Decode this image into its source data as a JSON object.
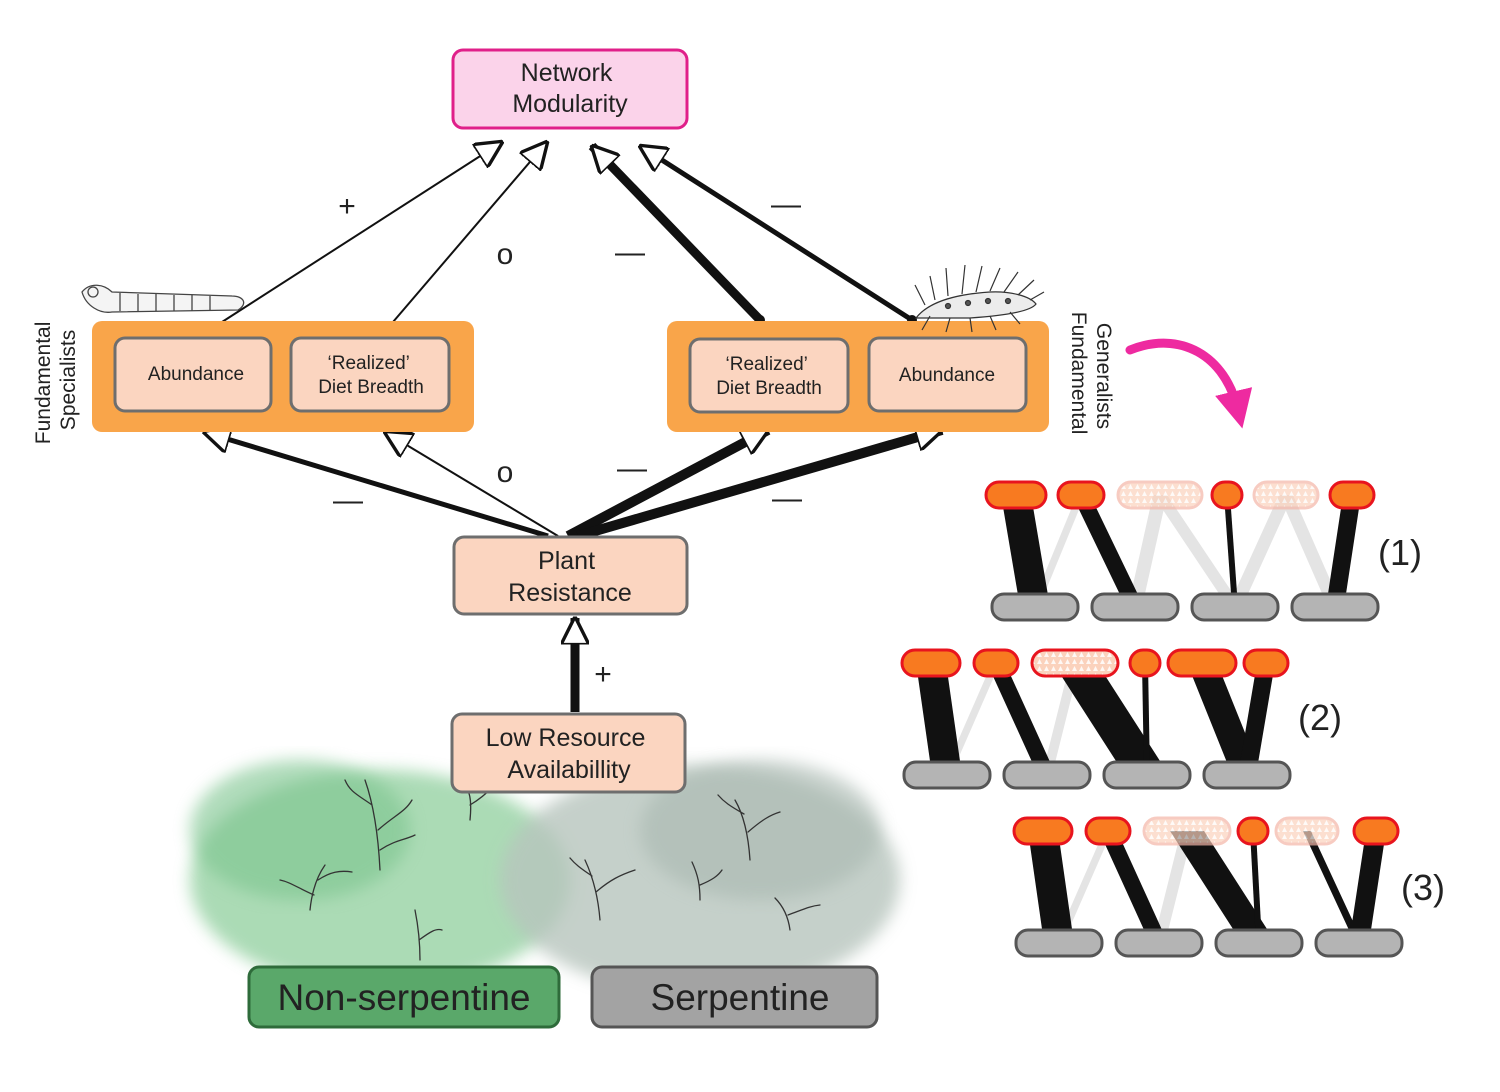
{
  "nodes": {
    "network_modularity": [
      "Network",
      "Modularity"
    ],
    "plant_resistance": [
      "Plant",
      "Resistance"
    ],
    "low_resource": [
      "Low Resource",
      "Availabillity"
    ]
  },
  "specialists": {
    "group_label": [
      "Fundamental",
      "Specialists"
    ],
    "abundance": [
      "Abundance"
    ],
    "diet_breadth": [
      "‘Realized’",
      "Diet Breadth"
    ]
  },
  "generalists": {
    "group_label": [
      "Fundamental",
      "Generalists"
    ],
    "diet_breadth": [
      "‘Realized’",
      "Diet Breadth"
    ],
    "abundance": [
      "Abundance"
    ]
  },
  "signs": {
    "spec_abund_to_mod": "+",
    "spec_diet_to_mod": "o",
    "gen_diet_to_mod": "—",
    "gen_abund_to_mod": "—",
    "res_to_spec_abund": "—",
    "res_to_spec_diet": "o",
    "res_to_gen_diet": "—",
    "res_to_gen_abund": "—",
    "low_to_res": "+"
  },
  "habitats": {
    "non_serpentine": "Non-serpentine",
    "serpentine": "Serpentine"
  },
  "networks": [
    {
      "label": "(1)"
    },
    {
      "label": "(2)"
    },
    {
      "label": "(3)"
    }
  ],
  "colors": {
    "modularity_fill": "#fbd3ea",
    "modularity_border": "#e0208a",
    "node_fill": "#fbd5c0",
    "node_border": "#6e6e6e",
    "group_fill": "#f9a54a",
    "non_serpentine_fill": "#5aa86a",
    "non_serpentine_border": "#2e6b3a",
    "serpentine_fill": "#a3a3a3",
    "serpentine_border": "#555555",
    "curve_arrow": "#ee2aa0",
    "herbivore_fill": "#f87a20",
    "herbivore_border": "#e8141e",
    "plant_node_fill": "#b4b4b4"
  }
}
